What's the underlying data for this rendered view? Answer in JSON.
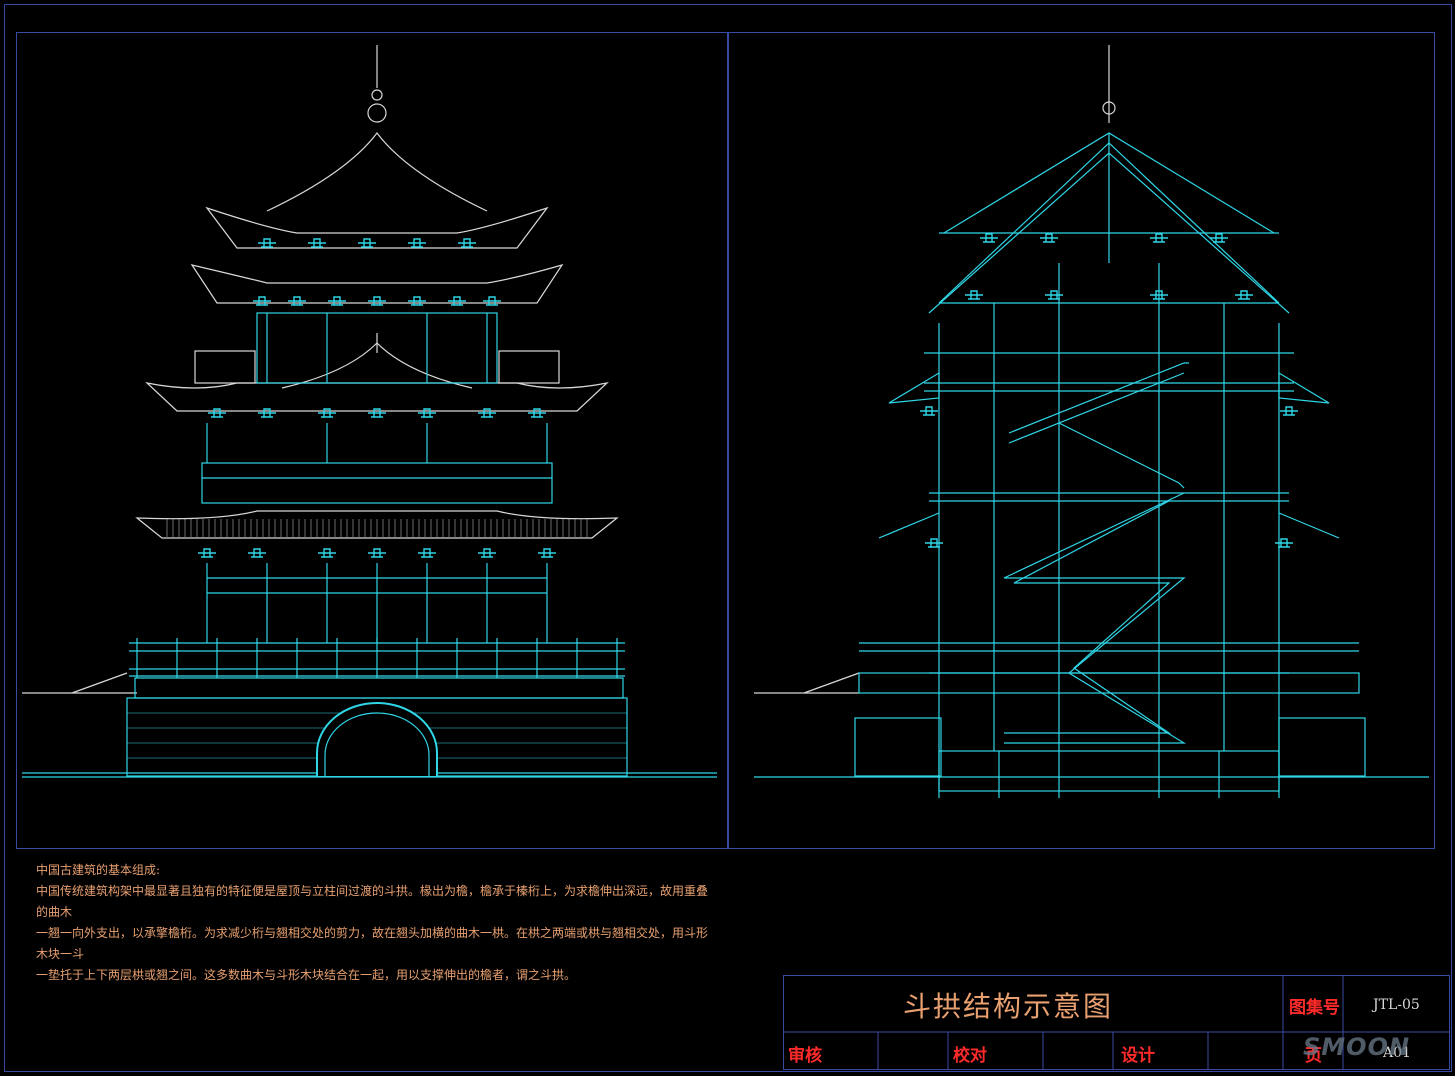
{
  "notes": {
    "heading": "中国古建筑的基本组成:",
    "lines": [
      "中国传统建筑构架中最显著且独有的特征便是屋顶与立柱间过渡的斗拱。椽出为檐，檐承于榛桁上，为求檐伸出深远，故用重叠的曲木",
      "一翘一向外支出，以承擎檐桁。为求减少桁与翘相交处的剪力，故在翘头加横的曲木一栱。在栱之两端或栱与翘相交处，用斗形木块一斗",
      "一垫托于上下两层栱或翘之间。这多数曲木与斗形木块结合在一起，用以支撑伸出的檐者，谓之斗拱。"
    ]
  },
  "title_block": {
    "title": "斗拱结构示意图",
    "atlas_label": "图集号",
    "atlas_value": "JTL-05",
    "review_label": "审核",
    "check_label": "校对",
    "design_label": "设计",
    "page_label": "页",
    "page_value": "A01"
  },
  "watermark": "SMOON",
  "colors": {
    "cyan": "#2fd6e6",
    "white": "#d8d8d8",
    "frame": "#3a4aa0",
    "text": "#e8a070",
    "red": "#ff2a2a"
  }
}
